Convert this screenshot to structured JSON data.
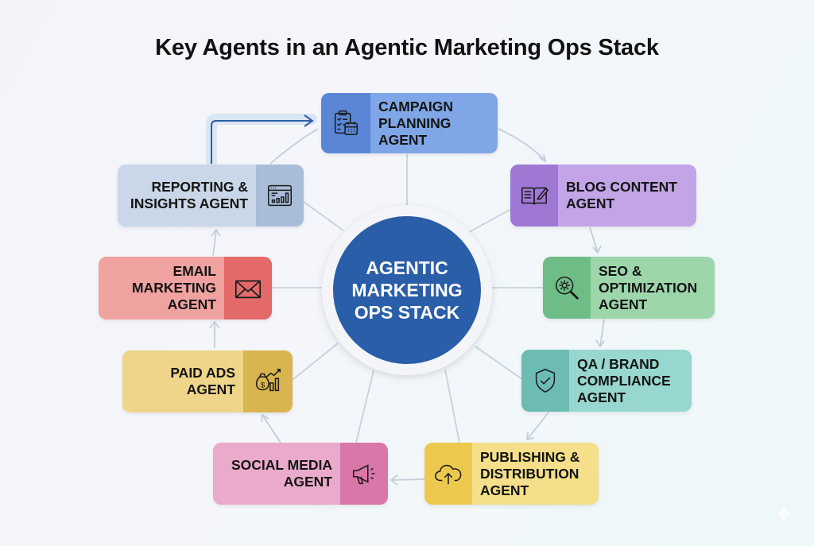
{
  "title": "Key Agents in an Agentic Marketing Ops Stack",
  "hub": {
    "label": "AGENTIC\nMARKETING\nOPS STACK",
    "color": "#2b5ea8"
  },
  "agents": [
    {
      "id": "campaign-planning",
      "label": "CAMPAIGN\nPLANNING\nAGENT",
      "icon": "clipboard-calendar-icon",
      "color": "#7fa6e6",
      "icon_bg": "#5b86d6"
    },
    {
      "id": "blog-content",
      "label": "BLOG CONTENT\nAGENT",
      "icon": "book-pencil-icon",
      "color": "#c3a4e6",
      "icon_bg": "#9f78d6"
    },
    {
      "id": "seo-optimization",
      "label": "SEO &\nOPTIMIZATION\nAGENT",
      "icon": "gear-magnifier-icon",
      "color": "#9dd6ab",
      "icon_bg": "#6fbd86"
    },
    {
      "id": "qa-brand-compliance",
      "label": "QA / BRAND\nCOMPLIANCE\nAGENT",
      "icon": "shield-check-icon",
      "color": "#97d7d0",
      "icon_bg": "#6cbcb4"
    },
    {
      "id": "publishing-distribution",
      "label": "PUBLISHING &\nDISTRIBUTION\nAGENT",
      "icon": "cloud-upload-icon",
      "color": "#f5df8a",
      "icon_bg": "#ecc94e"
    },
    {
      "id": "social-media",
      "label": "SOCIAL MEDIA\nAGENT",
      "icon": "megaphone-icon",
      "color": "#eaaacb",
      "icon_bg": "#d877a8"
    },
    {
      "id": "paid-ads",
      "label": "PAID ADS\nAGENT",
      "icon": "money-bag-chart-icon",
      "color": "#eed58a",
      "icon_bg": "#d8b54f"
    },
    {
      "id": "email-marketing",
      "label": "EMAIL\nMARKETING\nAGENT",
      "icon": "envelope-icon",
      "color": "#f0a2a0",
      "icon_bg": "#e46a6a"
    },
    {
      "id": "reporting-insights",
      "label": "REPORTING &\nINSIGHTS AGENT",
      "icon": "dashboard-window-icon",
      "color": "#c9d7e8",
      "icon_bg": "#a9bdd9"
    }
  ]
}
